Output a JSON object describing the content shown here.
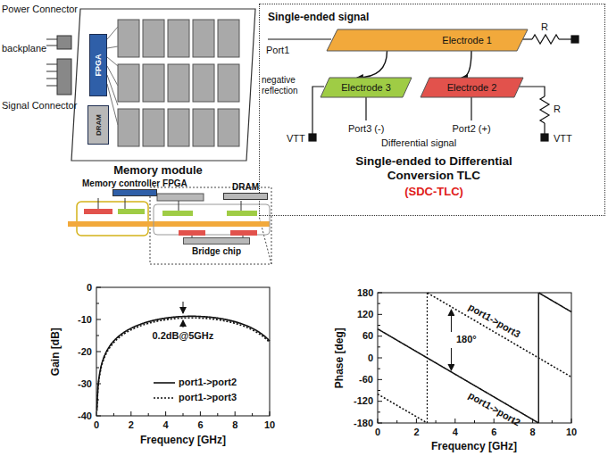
{
  "diagram": {
    "nodes": [
      {
        "text": [
          "Memory module"
        ]
      },
      {
        "text": [
          "FPGA"
        ],
        "in": 0
      },
      {
        "text": [
          "DRAM"
        ],
        "in": 0
      },
      {
        "text": [
          "Single-ended to Differential Conversion TLC",
          "(SDC-TLC)"
        ]
      },
      {
        "text": [
          "Electrode 1"
        ],
        "in": 3
      },
      {
        "text": [
          "Electrode 3"
        ],
        "in": 3
      },
      {
        "text": [
          "Electrode 2"
        ],
        "in": 3
      },
      {
        "text": [
          "Memory controller FPGA"
        ]
      },
      {
        "text": [
          "DRAM"
        ]
      },
      {
        "text": [
          "Bridge chip"
        ]
      }
    ],
    "edges": [
      {
        "from": 4,
        "to": 5,
        "arrow": "to"
      },
      {
        "from": 4,
        "to": 6,
        "arrow": "to"
      }
    ],
    "labels": [
      "Power Connector",
      "backplane",
      "Signal Connector",
      "Single-ended signal",
      "R",
      "Port1",
      "negative reflection",
      "R",
      "VTT",
      "Port3 (-)",
      "Port2 (+)",
      "VTT",
      "Differential signal",
      "0",
      "-10",
      "-20",
      "-30",
      "-40",
      "Gain [dB]",
      "0.2dB@5GHz",
      "0",
      "2",
      "4",
      "6",
      "8",
      "10",
      "Frequency [GHz]",
      "180",
      "120",
      "60",
      "0",
      "-60",
      "-120",
      "-180",
      "Phase [deg]",
      "180°",
      "port1->port3",
      "port1->port2",
      "0",
      "2",
      "4",
      "6",
      "8",
      "10",
      "Frequency [GHz]"
    ],
    "legend": [
      {
        "text": "port1->port2"
      },
      {
        "text": "port1->port3"
      }
    ]
  }
}
